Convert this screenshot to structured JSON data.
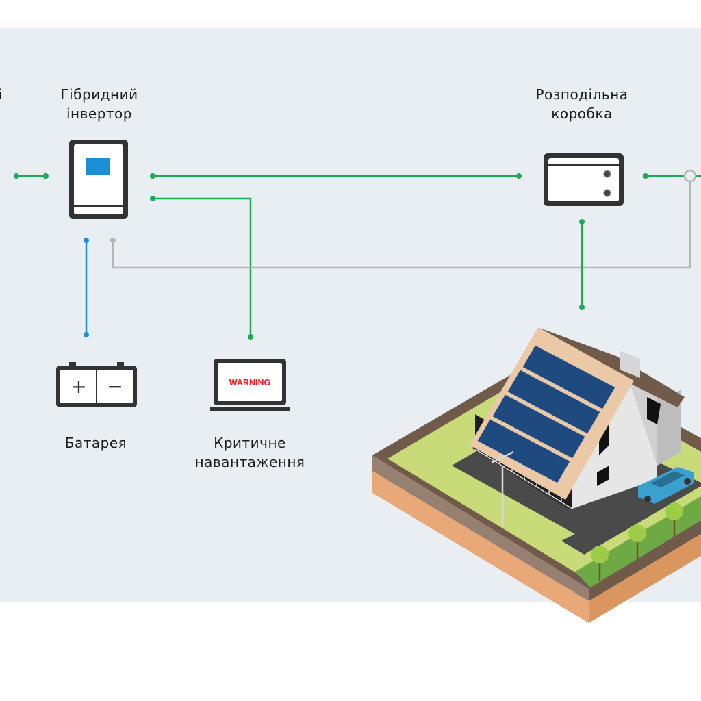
{
  "colors": {
    "background_panel": "#e9eef3",
    "ac_line": "#1aab53",
    "dc_line": "#1a8fd6",
    "grid_line": "#b5b5b5",
    "device_outline": "#333333",
    "inverter_screen": "#1a8fd6",
    "warning_text": "#ee1c25"
  },
  "labels": {
    "left_cut_label": "і",
    "inverter": [
      "Гібридний",
      "інвертор"
    ],
    "distribution_box": [
      "Розподільна",
      "коробка"
    ],
    "battery": "Батарея",
    "critical_load": [
      "Критичне",
      "навантаження"
    ]
  },
  "battery_icon": {
    "plus": "+",
    "minus": "−"
  },
  "laptop_screen": {
    "text": "WARNING"
  },
  "icons": {
    "inverter": "hybrid-inverter-icon",
    "distribution_box": "distribution-box-icon",
    "battery": "battery-icon",
    "critical_load": "laptop-warning-icon",
    "house": "solar-house-illustration"
  }
}
